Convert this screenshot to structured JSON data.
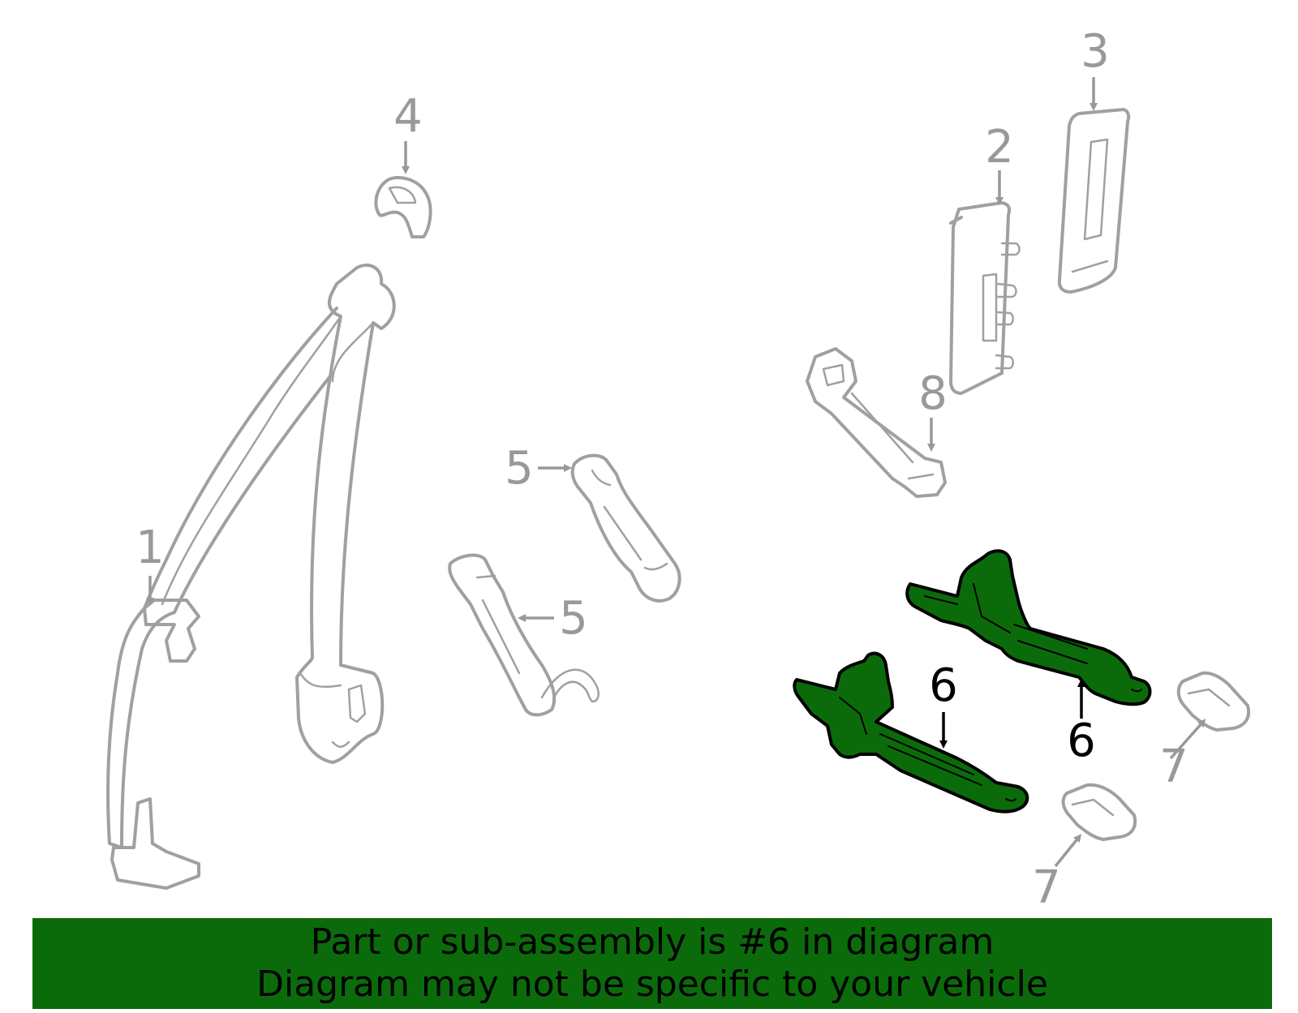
{
  "callouts": {
    "c1": "1",
    "c2": "2",
    "c3": "3",
    "c4": "4",
    "c5a": "5",
    "c5b": "5",
    "c6a": "6",
    "c6b": "6",
    "c7a": "7",
    "c7b": "7",
    "c8": "8"
  },
  "highlighted_part": "6",
  "colors": {
    "highlight": "#0b6b0b",
    "part_outline": "#a0a0a0",
    "callout_grey": "#999999",
    "banner_bg": "#0b6b0b"
  },
  "banner": {
    "line1": "Part or sub-assembly is #6 in diagram",
    "line2": "Diagram may not be specific to your vehicle"
  }
}
